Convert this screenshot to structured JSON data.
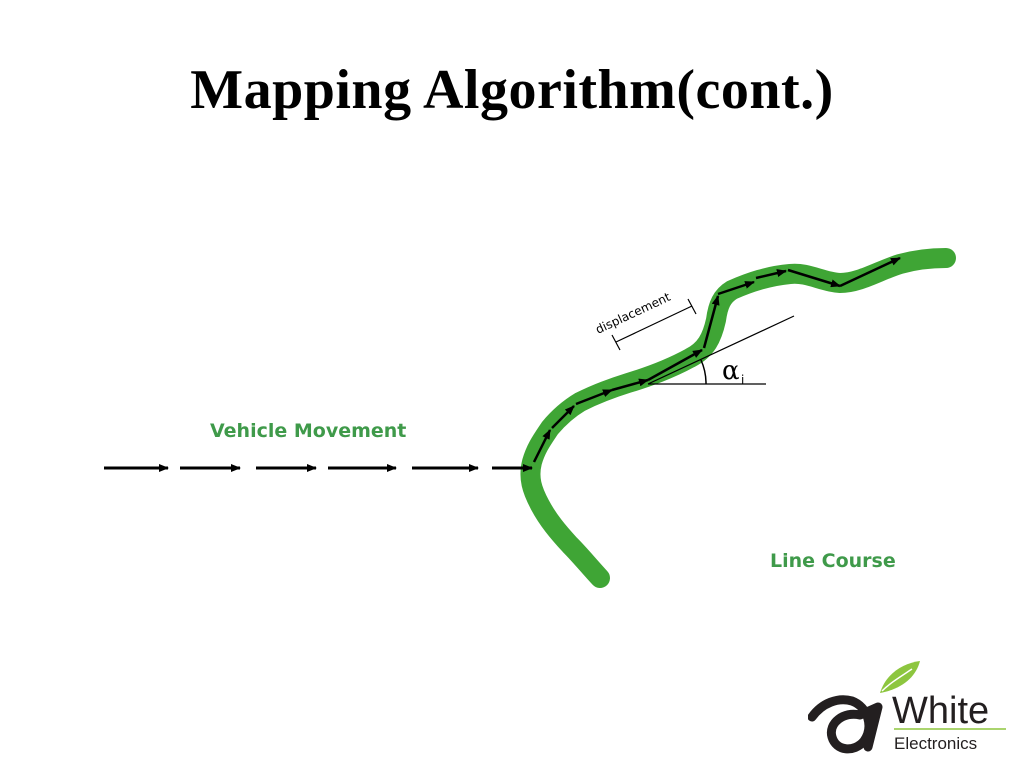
{
  "slide": {
    "title": "Mapping Algorithm(cont.)"
  },
  "diagram": {
    "labels": {
      "vehicle_movement": "Vehicle Movement",
      "line_course": "Line Course",
      "displacement": "displacement",
      "alpha": "α",
      "alpha_subscript": "i"
    },
    "colors": {
      "line_course": "#3fa535",
      "label_green": "#3f9a4a",
      "arrows": "#000000"
    }
  },
  "logo": {
    "name_line1": "White",
    "name_line2": "Electronics",
    "colors": {
      "leaf": "#8dc63f",
      "mark": "#231f20"
    }
  }
}
